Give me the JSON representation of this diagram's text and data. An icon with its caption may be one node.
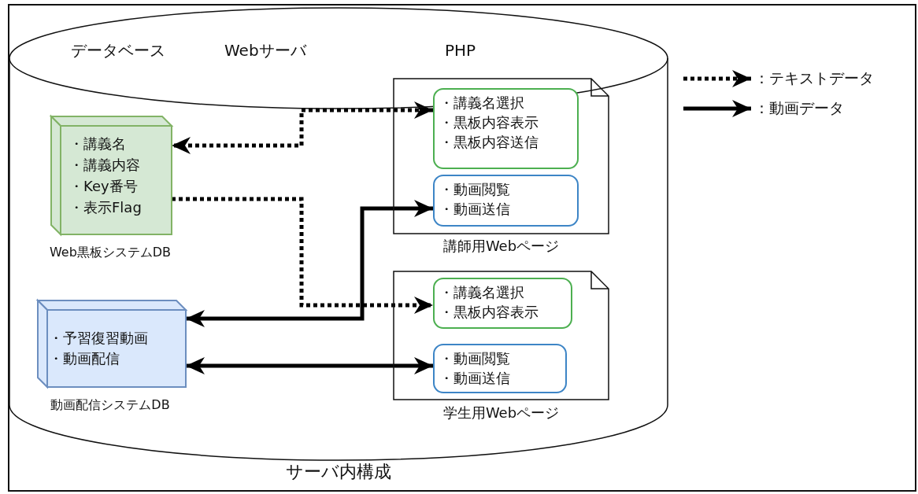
{
  "diagram": {
    "nodes": [
      {
        "text": [
          "サーバ内構成"
        ]
      },
      {
        "text": [
          "データベース",
          "Webサーバ",
          "PHP"
        ],
        "in": 0
      },
      {
        "text": [
          "・講義名",
          "・講義内容",
          "・Key番号",
          "・表示Flag"
        ],
        "beside": [
          "Web黒板システムDB"
        ],
        "in": 1
      },
      {
        "text": [
          "・予習復習動画",
          "・動画配信"
        ],
        "beside": [
          "動画配信システムDB"
        ],
        "in": 1
      },
      {
        "text": [
          "講師用Webページ"
        ],
        "in": 1
      },
      {
        "text": [
          "・講義名選択",
          "・黒板内容表示",
          "・黒板内容送信"
        ],
        "in": 4
      },
      {
        "text": [
          "・動画閲覧",
          "・動画送信"
        ],
        "in": 4
      },
      {
        "text": [
          "学生用Webページ"
        ],
        "in": 1
      },
      {
        "text": [
          "・講義名選択",
          "・黒板内容表示"
        ],
        "in": 7
      },
      {
        "text": [
          "・動画閲覧",
          "・動画送信"
        ],
        "in": 7
      }
    ],
    "edges": [
      {
        "from": 5,
        "to": 2,
        "arrow": "both",
        "style": "dashed"
      },
      {
        "from": 2,
        "to": 8,
        "arrow": "to",
        "style": "dashed"
      },
      {
        "from": 3,
        "to": 6,
        "arrow": "both"
      },
      {
        "from": 3,
        "to": 9,
        "arrow": "both"
      }
    ],
    "legend": [
      {
        "text": "：テキストデータ"
      },
      {
        "text": "：動画データ"
      }
    ]
  }
}
